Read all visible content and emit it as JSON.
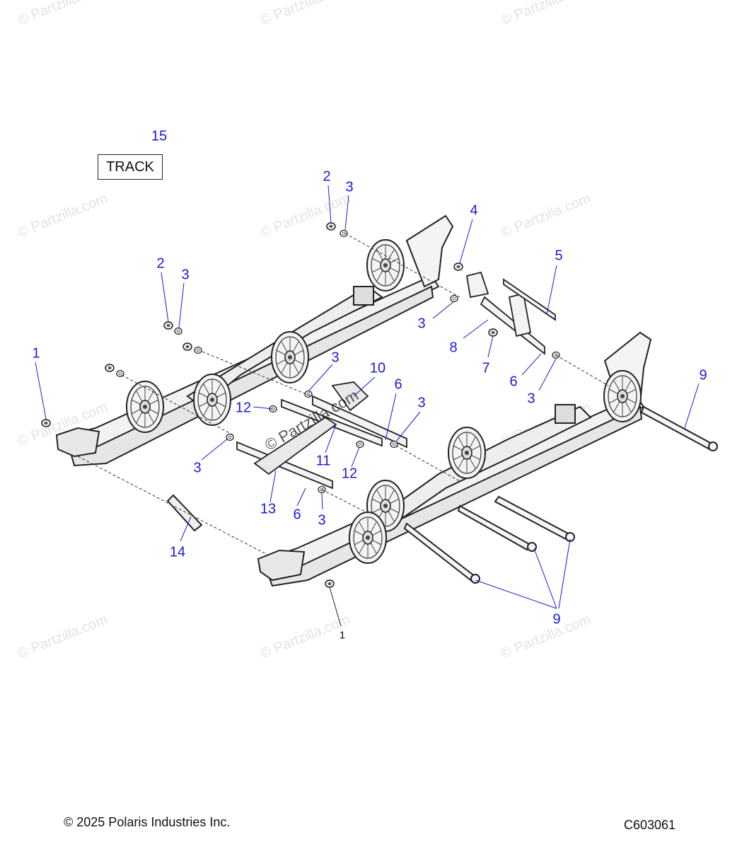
{
  "diagram": {
    "track_label": "TRACK",
    "callouts": {
      "c15": "15",
      "c2a": "2",
      "c3a": "3",
      "c4": "4",
      "c5": "5",
      "c2b": "2",
      "c3b": "3",
      "c1a": "1",
      "c3c": "3",
      "c10": "10",
      "c6a": "6",
      "c3d": "3",
      "c8": "8",
      "c7": "7",
      "c6b": "6",
      "c3e": "3",
      "c9a": "9",
      "c12a": "12",
      "c3f": "3",
      "c11": "11",
      "c12b": "12",
      "c13": "13",
      "c6c": "6",
      "c3g": "3",
      "c3h": "3",
      "c14": "14",
      "c9b": "9",
      "c1b": "1"
    },
    "watermark_text": "© Partzilla.com",
    "center_watermark": "© Partzilla.com"
  },
  "footer": {
    "copyright": "© 2025 Polaris Industries Inc.",
    "figure_code": "C603061"
  }
}
